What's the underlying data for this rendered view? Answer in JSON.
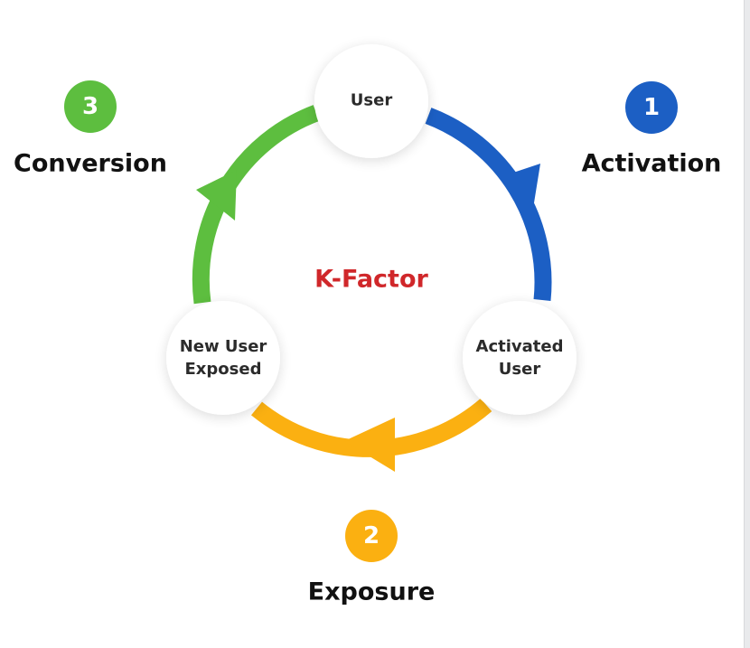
{
  "colors": {
    "activation": "#1c5fc4",
    "exposure": "#fbb011",
    "conversion": "#5dbe3f",
    "center_text": "#d0272a",
    "node_text": "#2b2b2b",
    "step_text": "#111111"
  },
  "center": {
    "label": "K-Factor"
  },
  "nodes": {
    "user": {
      "label": "User"
    },
    "activated_user": {
      "line1": "Activated",
      "line2": "User"
    },
    "new_user_exposed": {
      "line1": "New User",
      "line2": "Exposed"
    }
  },
  "steps": {
    "activation": {
      "number": "1",
      "title": "Activation"
    },
    "exposure": {
      "number": "2",
      "title": "Exposure"
    },
    "conversion": {
      "number": "3",
      "title": "Conversion"
    }
  }
}
